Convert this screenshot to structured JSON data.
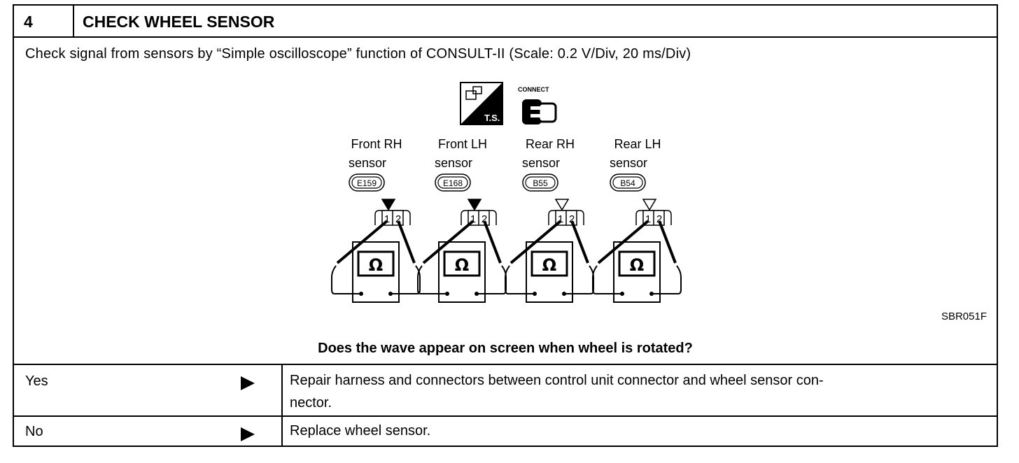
{
  "step": {
    "number": "4",
    "title": "CHECK WHEEL SENSOR"
  },
  "instruction": "Check signal from sensors by “Simple oscilloscope” function of CONSULT-II (Scale: 0.2 V/Div, 20 ms/Div)",
  "figure": {
    "icons": {
      "ts_label": "T.S.",
      "connect_label": "CONNECT",
      "ts_icon": "ts-icon",
      "connect_icon": "connect-icon"
    },
    "sensors": [
      {
        "line1": "Front RH",
        "line2": "sensor",
        "connector": "E159",
        "terminal_filled": true
      },
      {
        "line1": "Front LH",
        "line2": "sensor",
        "connector": "E168",
        "terminal_filled": true
      },
      {
        "line1": "Rear RH",
        "line2": "sensor",
        "connector": "B55",
        "terminal_filled": false
      },
      {
        "line1": "Rear LH",
        "line2": "sensor",
        "connector": "B54",
        "terminal_filled": false
      }
    ],
    "pins": [
      "1",
      "2"
    ],
    "meter_symbol": "Ω",
    "code": "SBR051F"
  },
  "question": "Does the wave appear on screen when wheel is rotated?",
  "results": [
    {
      "answer": "Yes",
      "action_line1": "Repair harness and connectors between control unit connector and wheel sensor con-",
      "action_line2": "nector."
    },
    {
      "answer": "No",
      "action": "Replace wheel sensor."
    }
  ]
}
